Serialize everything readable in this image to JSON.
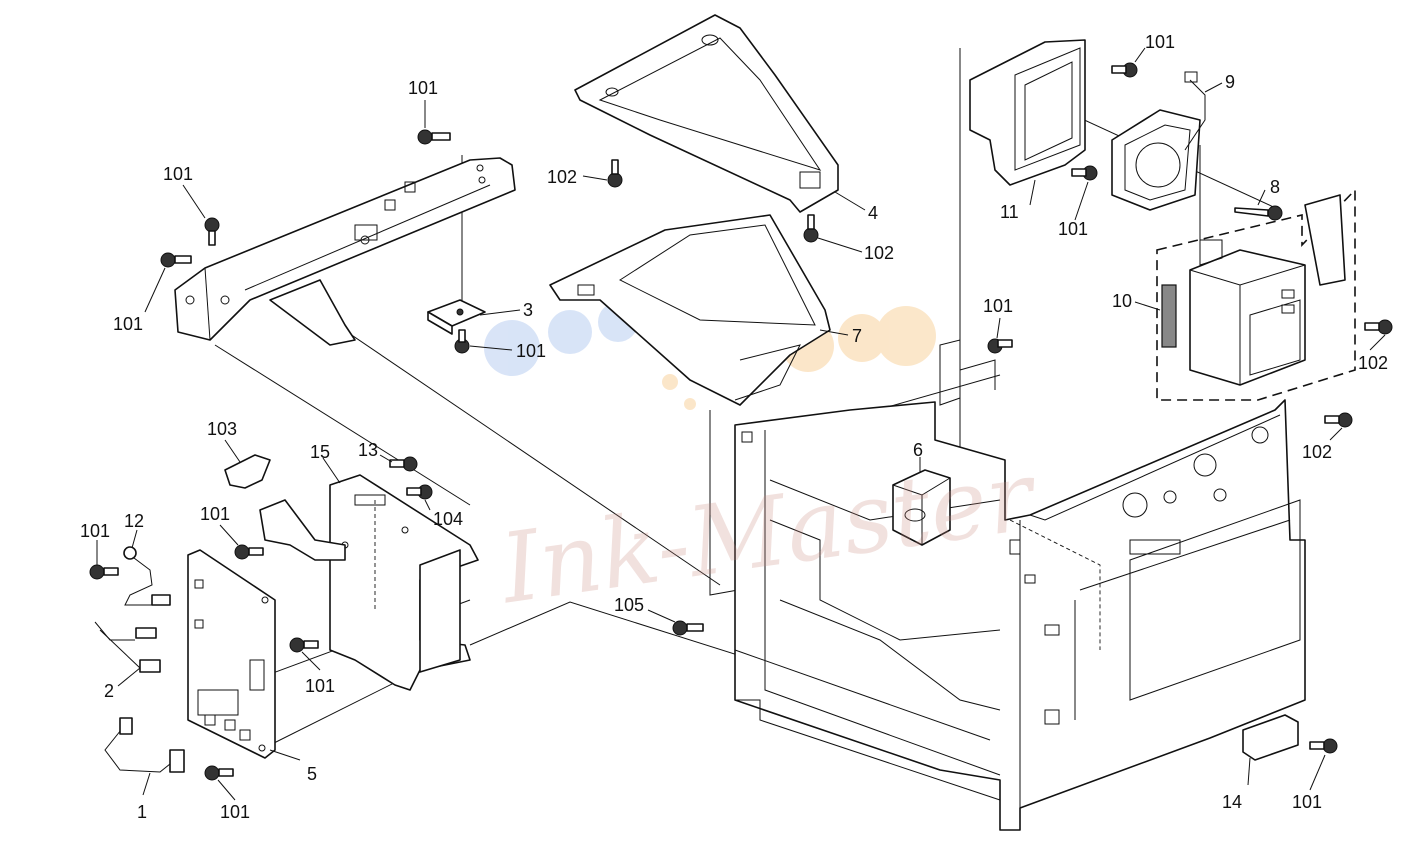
{
  "watermark": {
    "text": "Ink-Master"
  },
  "callouts": {
    "c1": "1",
    "c2": "2",
    "c3": "3",
    "c4": "4",
    "c5": "5",
    "c6": "6",
    "c7": "7",
    "c8": "8",
    "c9": "9",
    "c10": "10",
    "c11": "11",
    "c12": "12",
    "c13": "13",
    "c14": "14",
    "c15": "15",
    "s101": "101",
    "s102": "102",
    "s103": "103",
    "s104": "104",
    "s105": "105"
  },
  "colors": {
    "line": "#111111",
    "watermark": "#c98a80",
    "dots_blue": "#aac4ee",
    "dots_orange": "#f7c98a"
  }
}
